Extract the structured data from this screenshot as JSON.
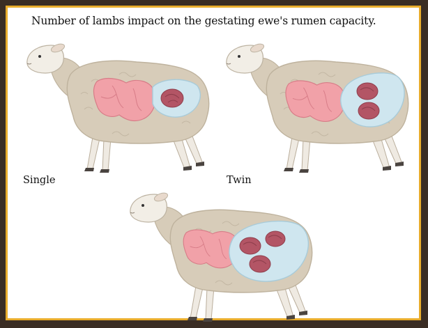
{
  "title": "Number of lambs impact on the gestating ewe's rumen capacity.",
  "panels": [
    {
      "label": "Single",
      "lambs": 1
    },
    {
      "label": "Twin",
      "lambs": 2
    },
    {
      "label": "",
      "lambs": 3
    }
  ],
  "colors": {
    "frame_border": "#e9ad2c",
    "outer_background": "#3a2d24",
    "fleece": "#d7ccb9",
    "rumen": "#f1a1a8",
    "uterus": "#cfe6ef",
    "lamb": "#b35565"
  }
}
